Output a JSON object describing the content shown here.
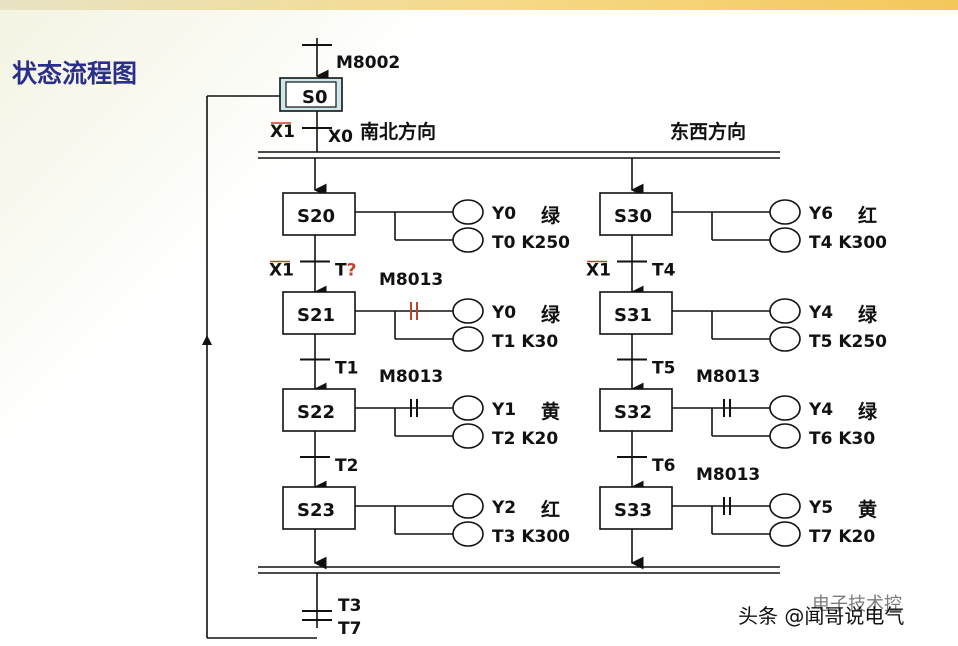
{
  "title": "状态流程图",
  "init": {
    "step": "S0",
    "init_contact": "M8002",
    "x1_label": "X1",
    "x0_label": "X0"
  },
  "directions": {
    "ns": "南北方向",
    "ew": "东西方向"
  },
  "ns": {
    "steps": [
      "S20",
      "S21",
      "S22",
      "S23"
    ],
    "transitions": [
      {
        "label": "T?",
        "x1": "X1"
      },
      {
        "label": "T1"
      },
      {
        "label": "T2"
      }
    ],
    "outputs": [
      {
        "coil": "Y0",
        "color_text": "绿",
        "color": "#1a8a1a",
        "timer": "T0",
        "k": "K250",
        "contact": ""
      },
      {
        "coil": "Y0",
        "color_text": "绿",
        "color": "#1a8a1a",
        "timer": "T1",
        "k": "K30",
        "contact": "M8013"
      },
      {
        "coil": "Y1",
        "color_text": "黄",
        "color": "#c9c200",
        "timer": "T2",
        "k": "K20",
        "contact": "M8013"
      },
      {
        "coil": "Y2",
        "color_text": "红",
        "color": "#c0442a",
        "timer": "T3",
        "k": "K300",
        "contact": ""
      }
    ]
  },
  "ew": {
    "steps": [
      "S30",
      "S31",
      "S32",
      "S33"
    ],
    "transitions": [
      {
        "label": "T4",
        "x1": "X1"
      },
      {
        "label": "T5"
      },
      {
        "label": "T6"
      }
    ],
    "outputs": [
      {
        "coil": "Y6",
        "color_text": "红",
        "color": "#c0442a",
        "timer": "T4",
        "k": "K300",
        "contact": ""
      },
      {
        "coil": "Y4",
        "color_text": "绿",
        "color": "#1a8a1a",
        "timer": "T5",
        "k": "K250",
        "contact": ""
      },
      {
        "coil": "Y4",
        "color_text": "绿",
        "color": "#1a8a1a",
        "timer": "T6",
        "k": "K30",
        "contact": "M8013"
      },
      {
        "coil": "Y5",
        "color_text": "黄",
        "color": "#c9c200",
        "timer": "T7",
        "k": "K20",
        "contact": "M8013"
      }
    ]
  },
  "final_transition": {
    "t3": "T3",
    "t7": "T7"
  },
  "watermark": {
    "text": "头条 @闻哥说电气",
    "faint": "电子技术控"
  }
}
